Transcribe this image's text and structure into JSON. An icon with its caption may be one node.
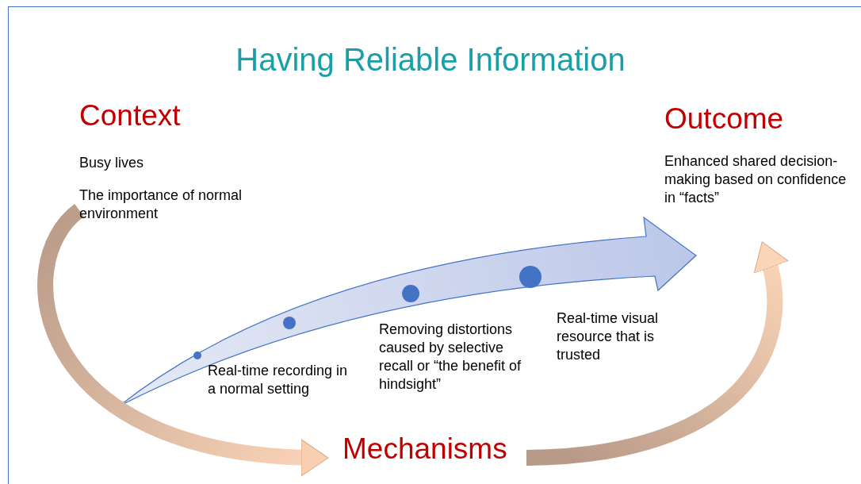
{
  "diagram": {
    "title": "Having Reliable Information",
    "nodes": [
      {
        "text": [
          "Context",
          "Busy lives",
          "The importance of normal environment"
        ]
      },
      {
        "text": [
          "Mechanisms"
        ]
      },
      {
        "text": [
          "Outcome",
          "Enhanced shared decision-making based on confidence in “facts”"
        ]
      }
    ],
    "edges": [
      {
        "from": 0,
        "to": 1,
        "arrow": "to"
      },
      {
        "from": 1,
        "to": 2,
        "arrow": "to"
      }
    ],
    "labels": [
      "Real-time recording in a normal setting",
      "Removing distortions caused by selective recall or “the benefit of hindsight”",
      "Real-time visual resource that is trusted"
    ]
  }
}
